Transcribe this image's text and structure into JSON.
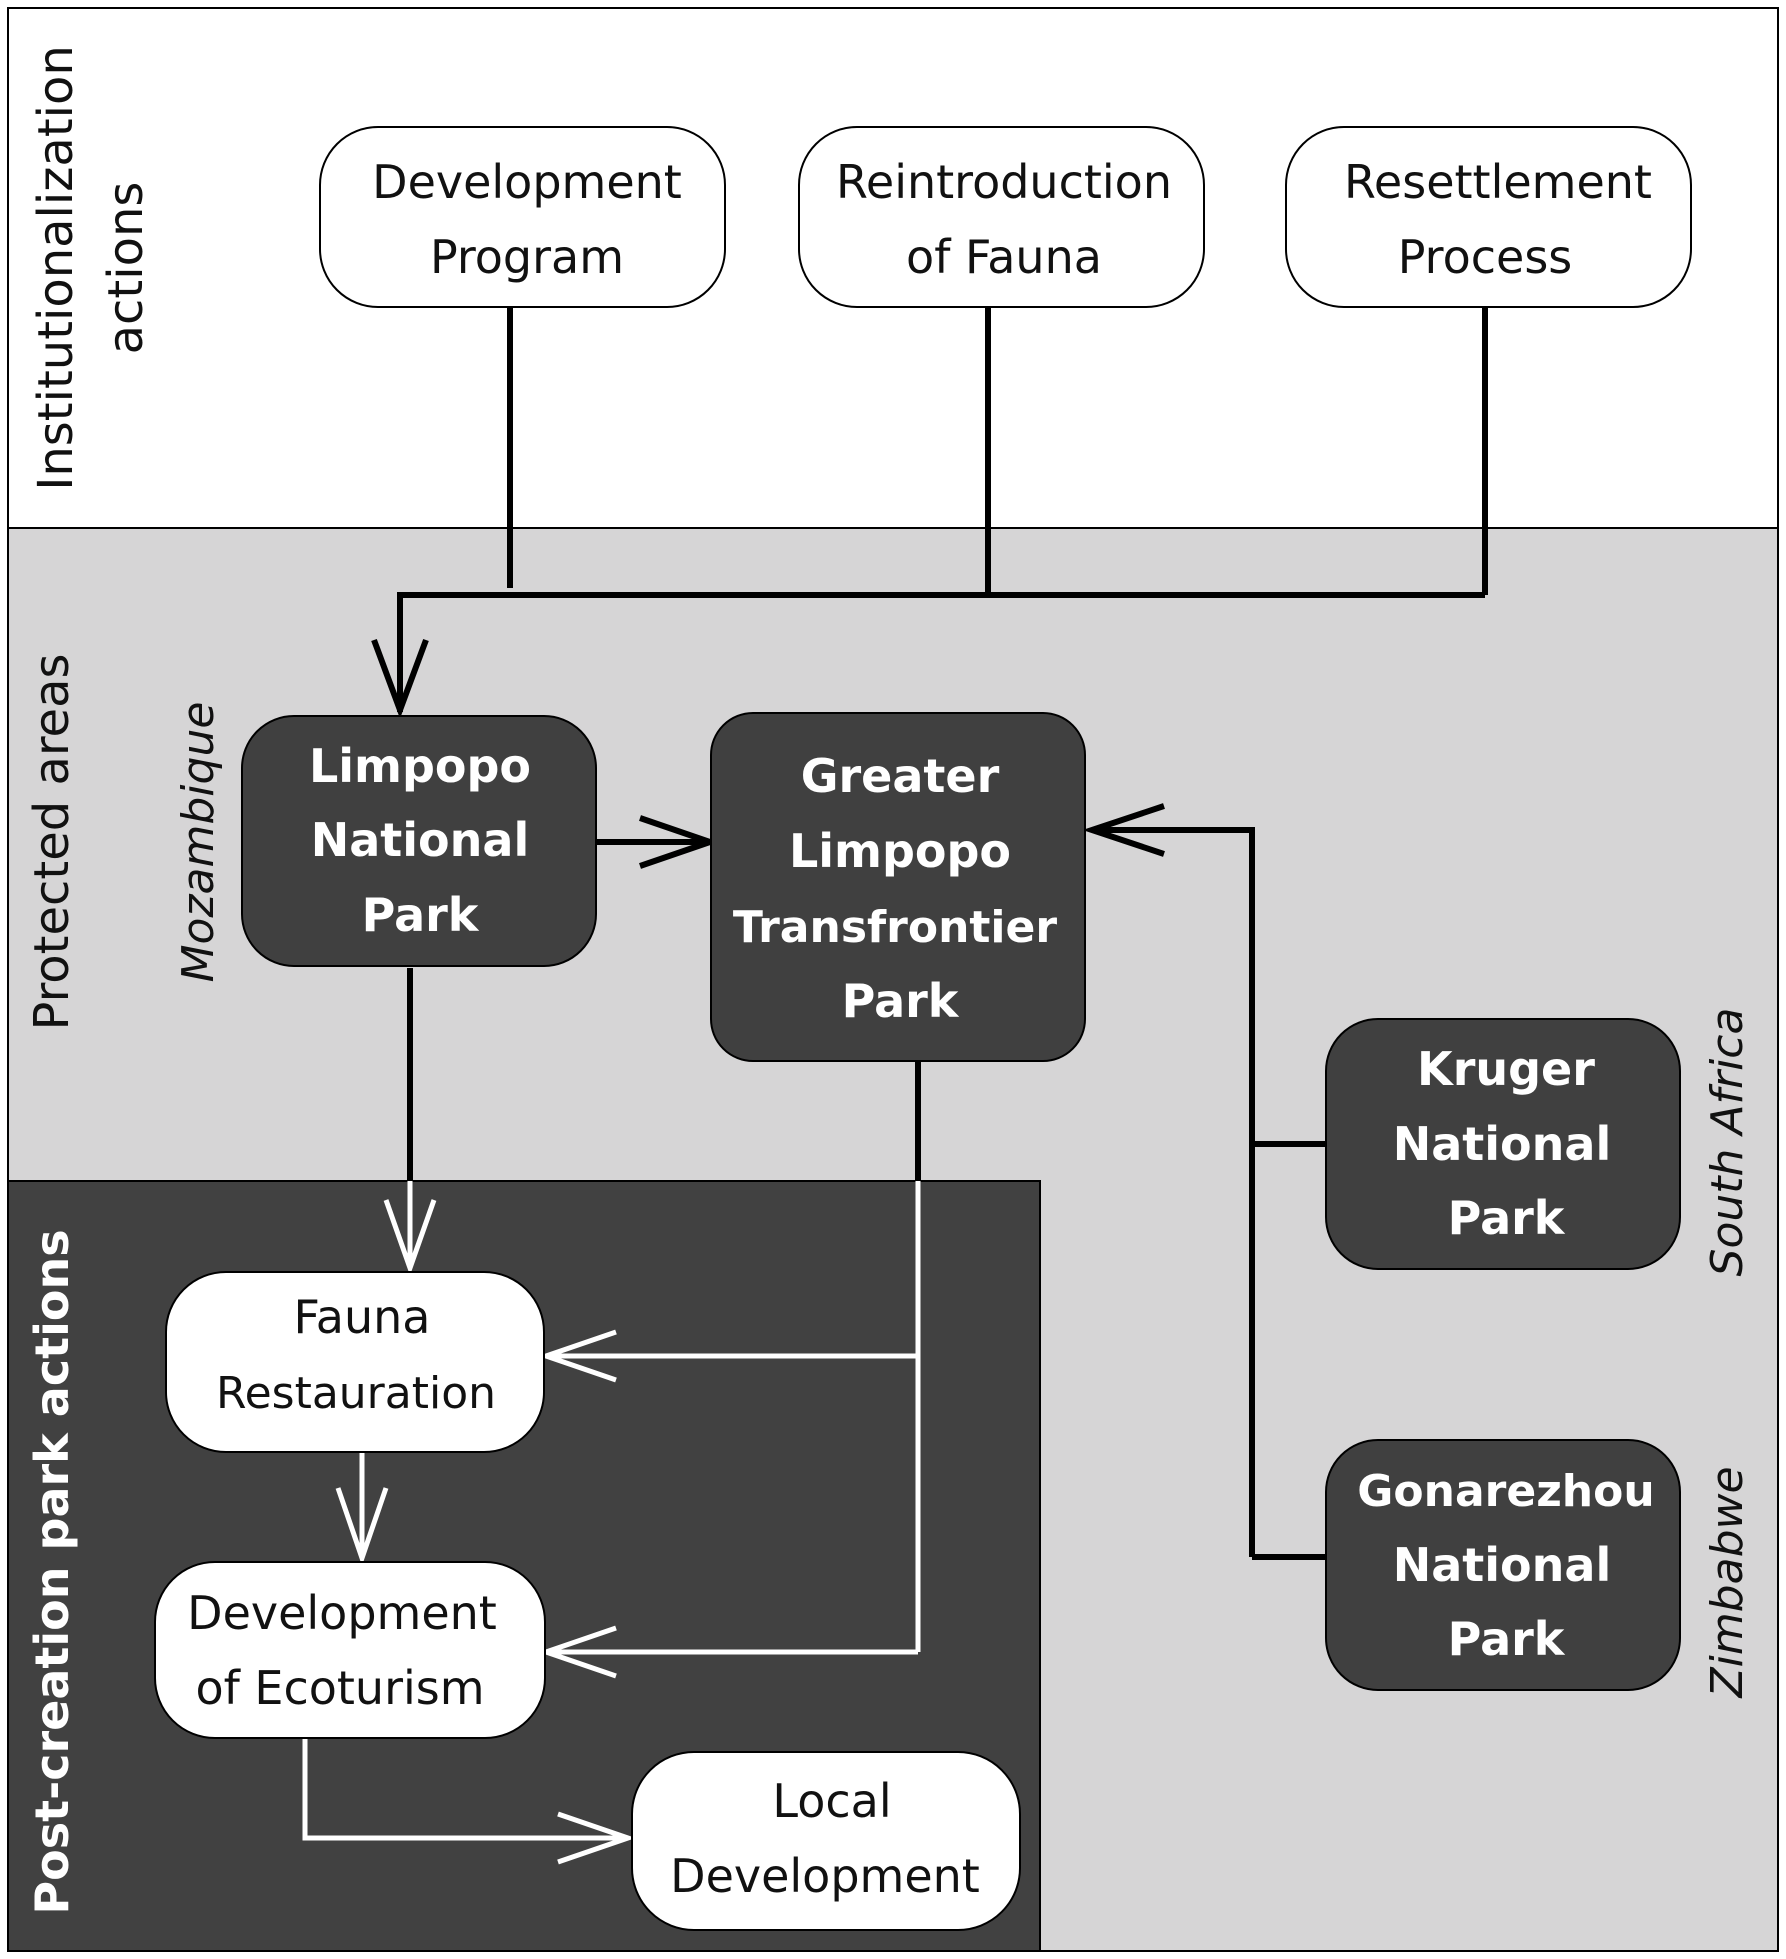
{
  "sections": {
    "institutional": "Institutionalization actions",
    "institutional_lines": [
      "Institutionalization",
      "actions"
    ],
    "protected": "Protected areas",
    "post_creation": "Post-creation park actions"
  },
  "countries": {
    "mozambique": "Mozambique",
    "south_africa": "South Africa",
    "zimbabwe": "Zimbabwe"
  },
  "boxes": {
    "development_program": [
      "Development",
      "Program"
    ],
    "reintroduction_fauna": [
      "Reintroduction",
      "of Fauna"
    ],
    "resettlement_process": [
      "Resettlement",
      "Process"
    ],
    "limpopo_np": [
      "Limpopo",
      "National",
      "Park"
    ],
    "greater_limpopo": [
      "Greater",
      "Limpopo",
      "Transfrontier",
      "Park"
    ],
    "kruger_np": [
      "Kruger",
      "National",
      "Park"
    ],
    "gonarezhou_np": [
      "Gonarezhou",
      "National",
      "Park"
    ],
    "fauna_restauration": [
      "Fauna",
      "Restauration"
    ],
    "ecotourism": [
      "Development",
      "of Ecoturism"
    ],
    "local_development": [
      "Local",
      "Development"
    ]
  },
  "colors": {
    "protected_bg": "#d6d5d6",
    "post_bg": "#414141",
    "dark_box": "#404040",
    "light_box": "#ffffff",
    "line": "#000000"
  }
}
